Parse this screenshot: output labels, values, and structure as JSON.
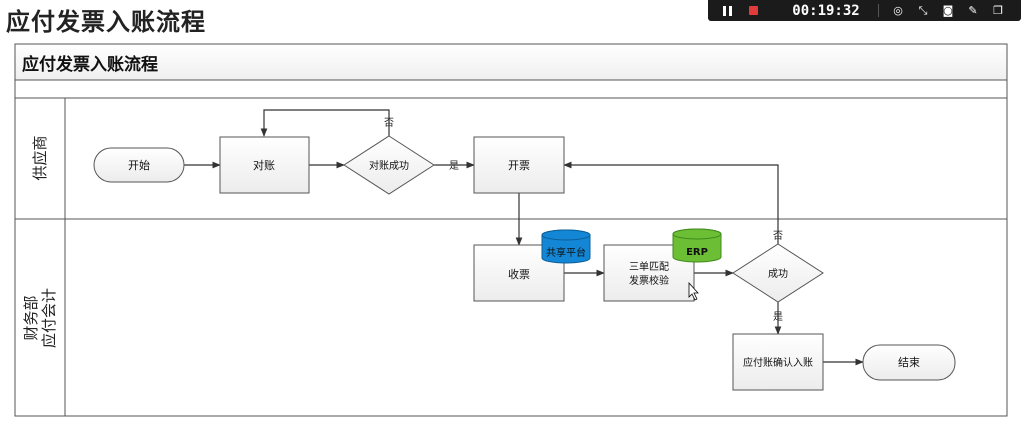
{
  "page": {
    "title": "应付发票入账流程"
  },
  "recorder": {
    "timer": "00:19:32",
    "pause_icon": "pause-icon",
    "stop_icon": "stop-icon",
    "tools": [
      "target-icon",
      "shrink-icon",
      "camera-icon",
      "pen-icon",
      "window-icon"
    ]
  },
  "diagram": {
    "title": "应付发票入账流程",
    "lanes": {
      "supplier": "供应商",
      "finance_line1": "财务部",
      "finance_line2": "应付会计"
    },
    "nodes": {
      "start": "开始",
      "reconcile": "对账",
      "reconcile_ok": "对账成功",
      "invoice": "开票",
      "receive": "收票",
      "match_line1": "三单匹配",
      "match_line2": "发票校验",
      "success": "成功",
      "confirm": "应付账确认入账",
      "end": "结束",
      "shared_platform": "共享平台",
      "erp": "ERP"
    },
    "edge_labels": {
      "no_top": "否",
      "yes_mid": "是",
      "no_right": "否",
      "yes_down": "是"
    },
    "colors": {
      "shared_platform": "#1387d6",
      "erp": "#6cbf35"
    }
  }
}
